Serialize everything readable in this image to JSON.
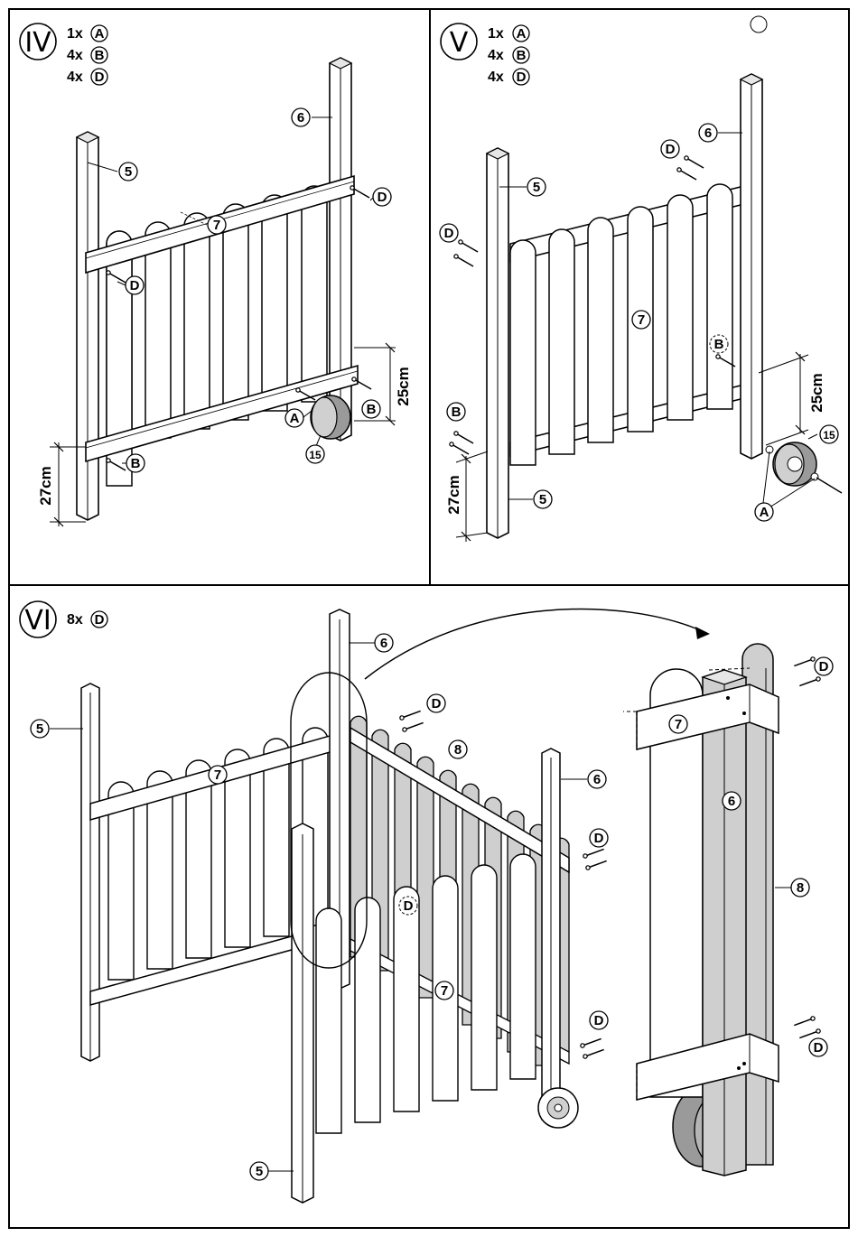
{
  "colors": {
    "ink": "#000000",
    "wood": "#ffffff",
    "wood_shade": "#cfcfcf",
    "wheel": "#9a9a9a",
    "bg": "#ffffff"
  },
  "panels": {
    "iv": {
      "step": "IV",
      "parts": [
        {
          "qty": "1x",
          "letter": "A"
        },
        {
          "qty": "4x",
          "letter": "B"
        },
        {
          "qty": "4x",
          "letter": "D"
        }
      ],
      "labels": {
        "p5": "5",
        "p6": "6",
        "p7": "7",
        "p15": "15",
        "d1": "D",
        "d2": "D",
        "b1": "B",
        "b2": "B",
        "a1": "A"
      },
      "dims": {
        "upper": "25cm",
        "lower": "27cm"
      }
    },
    "v": {
      "step": "V",
      "parts": [
        {
          "qty": "1x",
          "letter": "A"
        },
        {
          "qty": "4x",
          "letter": "B"
        },
        {
          "qty": "4x",
          "letter": "D"
        }
      ],
      "labels": {
        "p5a": "5",
        "p5b": "5",
        "p6": "6",
        "p7": "7",
        "p15": "15",
        "d1": "D",
        "d2": "D",
        "b1": "B",
        "b2": "B",
        "a1": "A"
      },
      "dims": {
        "upper": "25cm",
        "lower": "27cm"
      }
    },
    "vi": {
      "step": "VI",
      "parts": [
        {
          "qty": "8x",
          "letter": "D"
        }
      ],
      "labels": {
        "p5a": "5",
        "p5b": "5",
        "p6a": "6",
        "p6b": "6",
        "p7a": "7",
        "p7b": "7",
        "p8": "8",
        "d1": "D",
        "d2": "D",
        "d3": "D",
        "d4": "D",
        "z7": "7",
        "z6": "6",
        "z8": "8",
        "zd1": "D",
        "zd2": "D"
      }
    }
  }
}
